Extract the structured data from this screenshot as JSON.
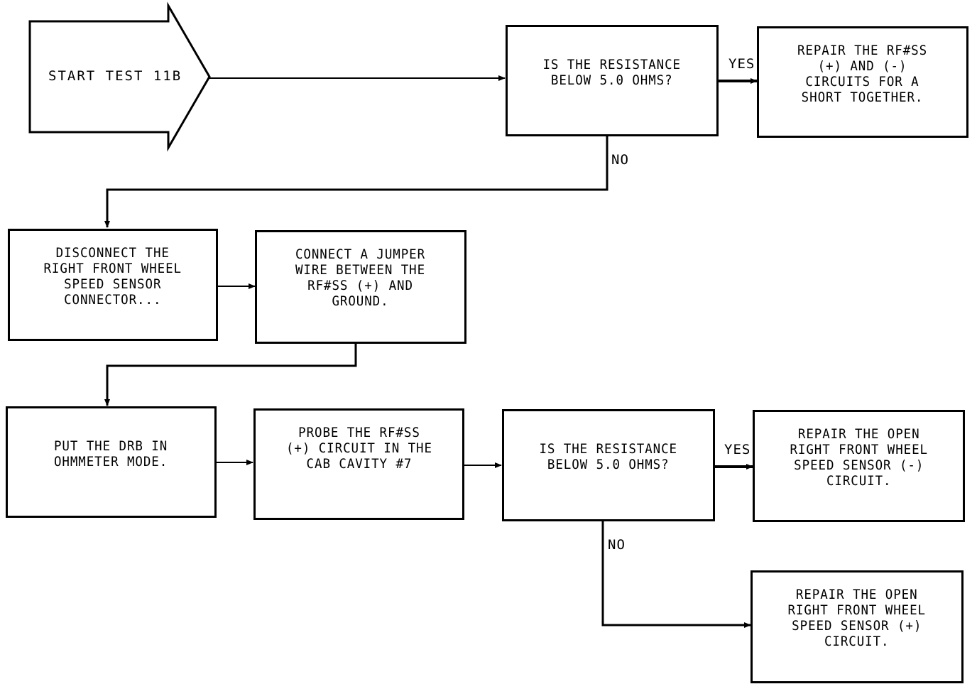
{
  "start": {
    "label": "START TEST 11B"
  },
  "nodes": {
    "q1": {
      "text": "IS THE RESISTANCE\nBELOW 5.0 OHMS?"
    },
    "r1": {
      "text": "REPAIR THE RF#SS\n(+) AND (-)\nCIRCUITS FOR A\nSHORT TOGETHER."
    },
    "s1": {
      "text": "DISCONNECT THE\nRIGHT FRONT WHEEL\nSPEED SENSOR\nCONNECTOR..."
    },
    "s2": {
      "text": "CONNECT A JUMPER\nWIRE BETWEEN THE\nRF#SS (+) AND\nGROUND."
    },
    "s3": {
      "text": "PUT THE DRB IN\nOHMMETER MODE."
    },
    "s4": {
      "text": "PROBE THE RF#SS\n(+) CIRCUIT IN THE\nCAB CAVITY #7"
    },
    "q2": {
      "text": "IS THE RESISTANCE\nBELOW 5.0 OHMS?"
    },
    "r2": {
      "text": "REPAIR THE OPEN\nRIGHT FRONT WHEEL\nSPEED SENSOR (-)\nCIRCUIT."
    },
    "r3": {
      "text": "REPAIR THE OPEN\nRIGHT FRONT WHEEL\nSPEED SENSOR (+)\nCIRCUIT."
    }
  },
  "edge_labels": {
    "q1_yes": "YES",
    "q1_no": "NO",
    "q2_yes": "YES",
    "q2_no": "NO"
  }
}
